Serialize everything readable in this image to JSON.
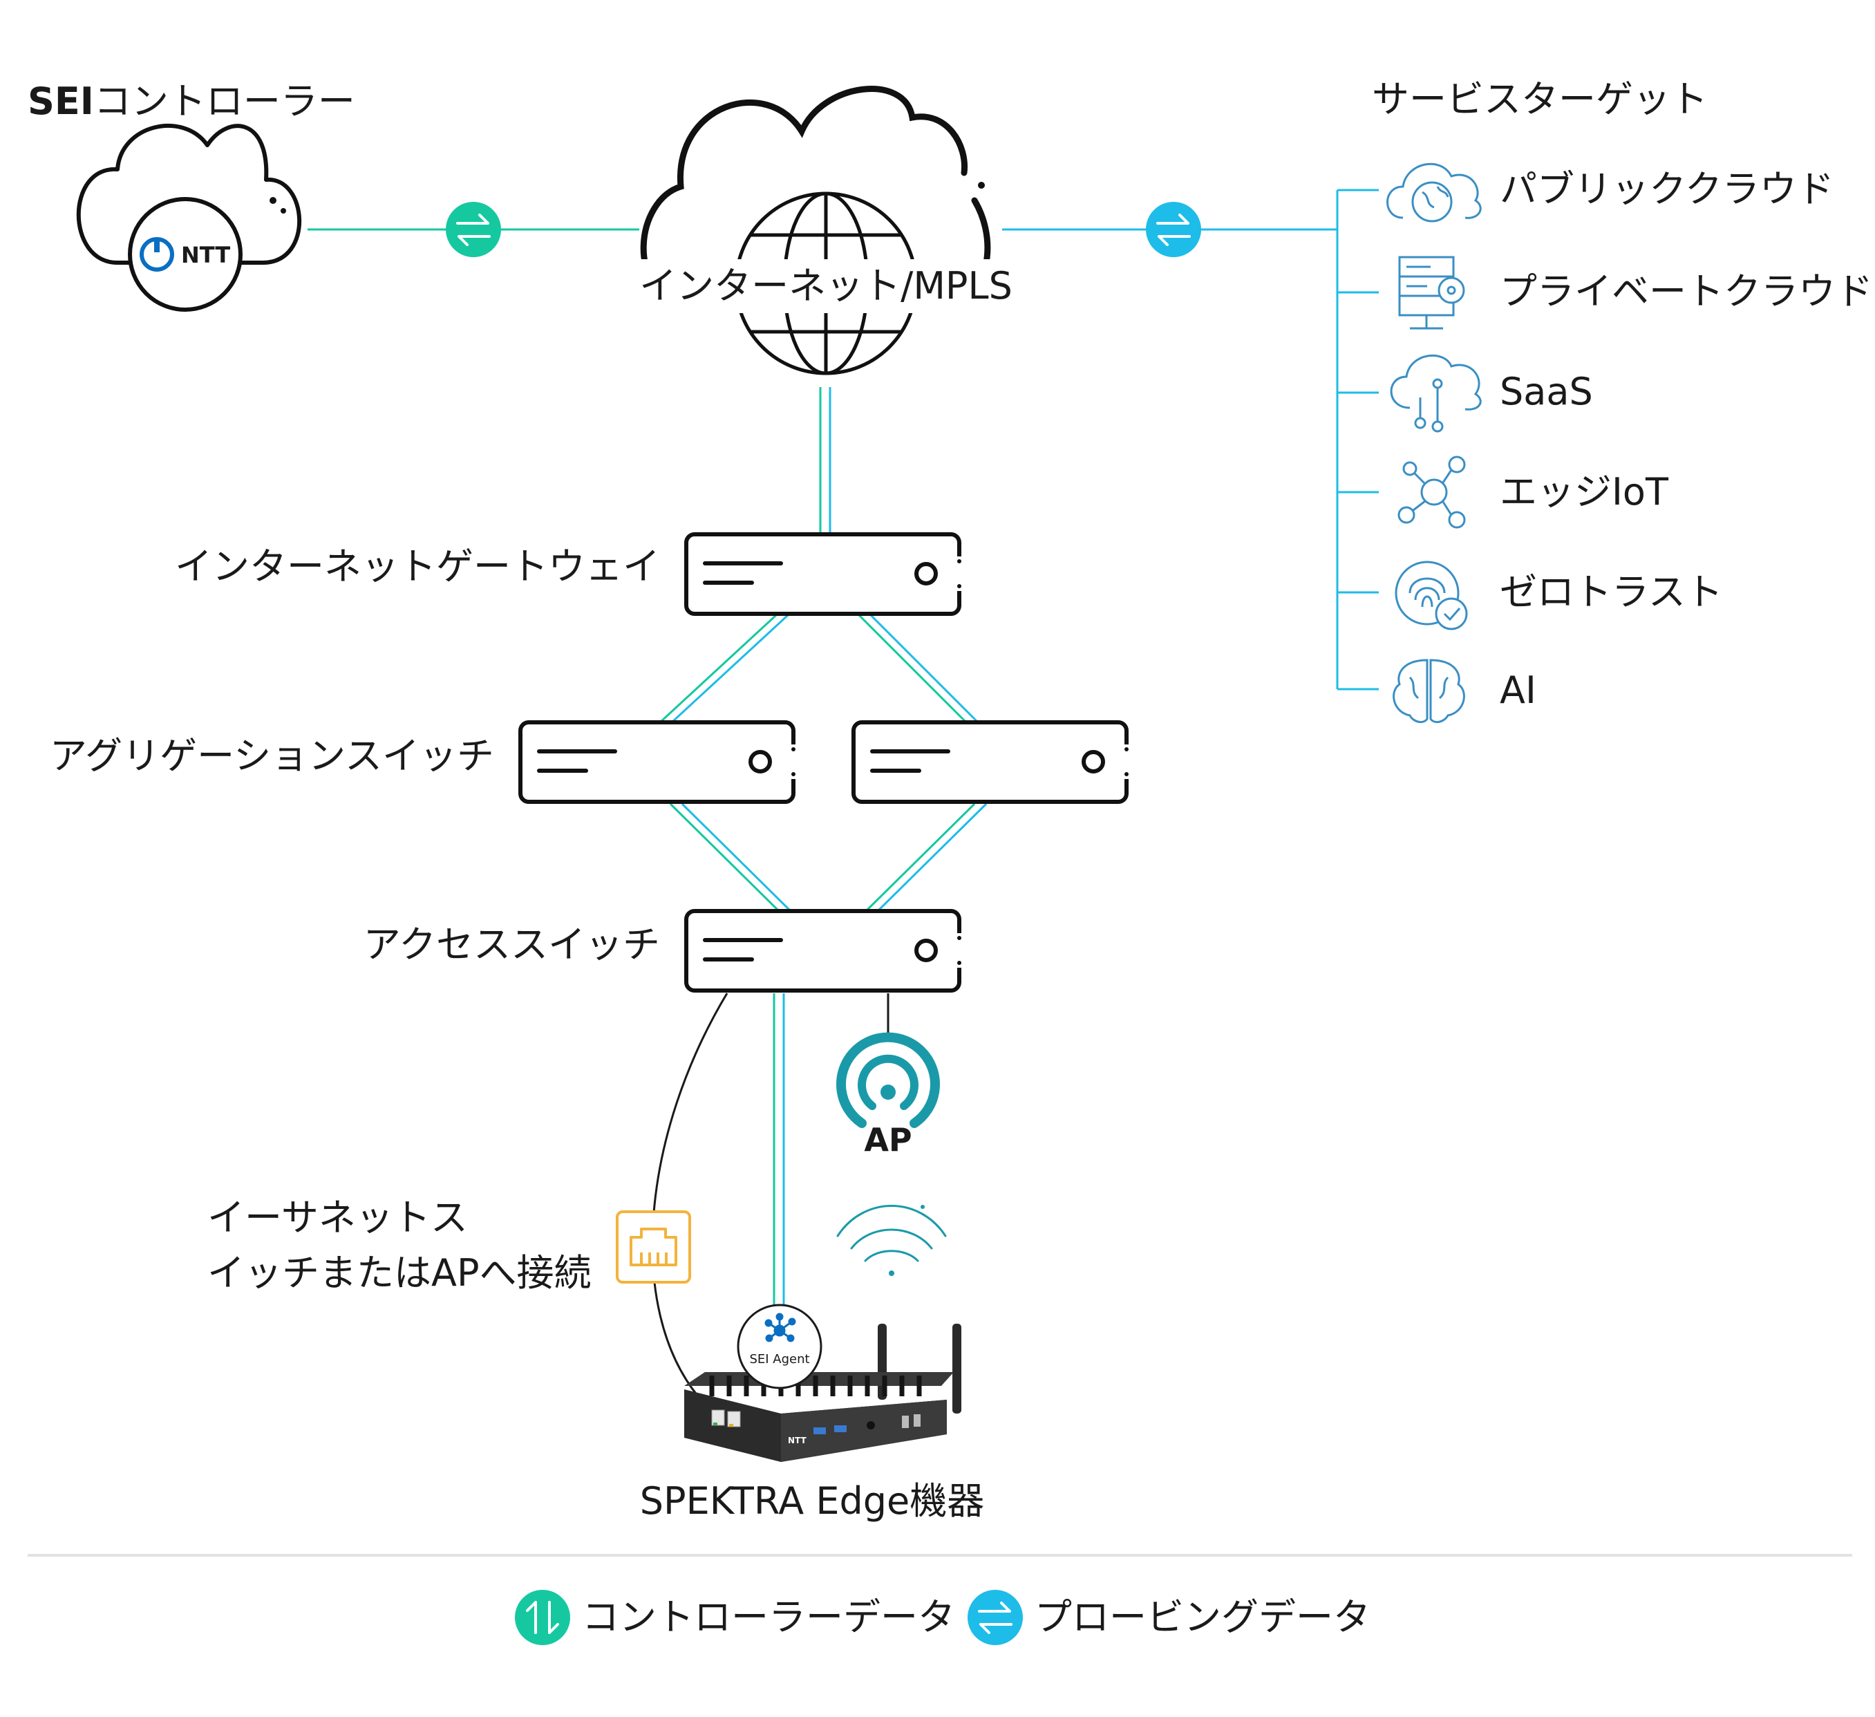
{
  "controller": {
    "title_bold": "SEI",
    "title_rest": "コントローラー",
    "logo_text": "NTT"
  },
  "internet": {
    "label": "インターネット/MPLS"
  },
  "service_targets": {
    "title": "サービスターゲット",
    "items": [
      {
        "label": "パブリッククラウド",
        "icon": "globe-cloud-icon"
      },
      {
        "label": "プライベートクラウド",
        "icon": "server-icon"
      },
      {
        "label": "SaaS",
        "icon": "cloud-network-icon"
      },
      {
        "label": "エッジIoT",
        "icon": "hub-nodes-icon"
      },
      {
        "label": "ゼロトラスト",
        "icon": "fingerprint-check-icon"
      },
      {
        "label": "AI",
        "icon": "brain-icon"
      }
    ]
  },
  "network": {
    "gateway": "インターネットゲートウェイ",
    "aggregation": "アグリゲーションスイッチ",
    "access": "アクセススイッチ",
    "ap": "AP",
    "ethernet_line1": "イーサネットス",
    "ethernet_line2": "イッチまたはAPへ接続",
    "agent_badge": "SEI Agent",
    "device": "SPEKTRA Edge機器",
    "device_logo": "NTT"
  },
  "legend": {
    "control": "コントローラーデータ",
    "probing": "プロービングデータ"
  },
  "colors": {
    "control": "#15c8a0",
    "probing": "#1ebce8",
    "ap": "#1a9aa8",
    "port": "#f3b33d",
    "icon": "#3a8fc4",
    "ntt_blue": "#0a6fc2",
    "text": "#1a1a1a",
    "divider": "#e2e2e2"
  }
}
